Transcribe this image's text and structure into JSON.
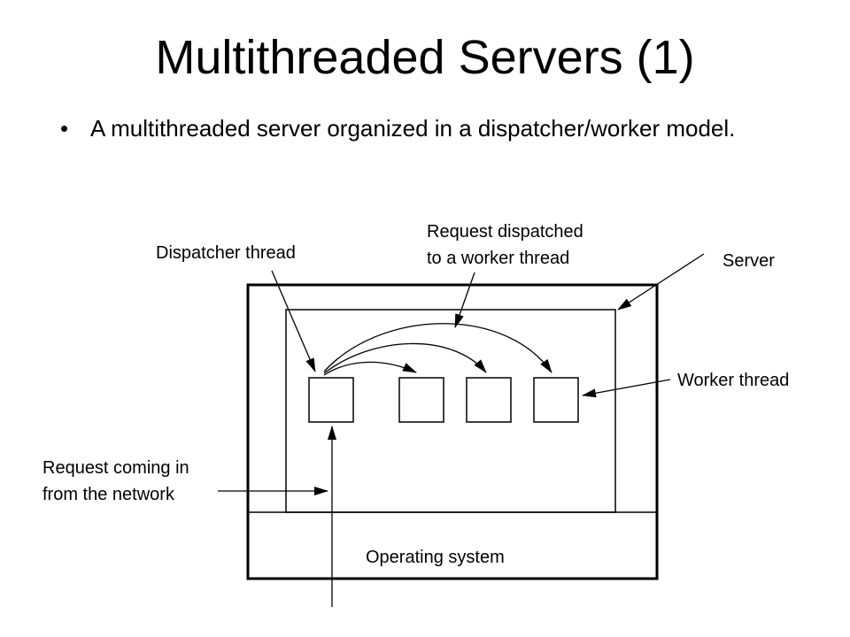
{
  "slide": {
    "title": "Multithreaded Servers (1)",
    "bullet_symbol": "•",
    "bullet_text": "A multithreaded server organized in a dispatcher/worker model."
  },
  "diagram": {
    "labels": {
      "dispatcher_thread": "Dispatcher thread",
      "request_dispatched_line1": "Request dispatched",
      "request_dispatched_line2": "to a worker thread",
      "server": "Server",
      "worker_thread": "Worker thread",
      "request_coming_line1": "Request coming in",
      "request_coming_line2": "from the network",
      "operating_system": "Operating system"
    }
  }
}
